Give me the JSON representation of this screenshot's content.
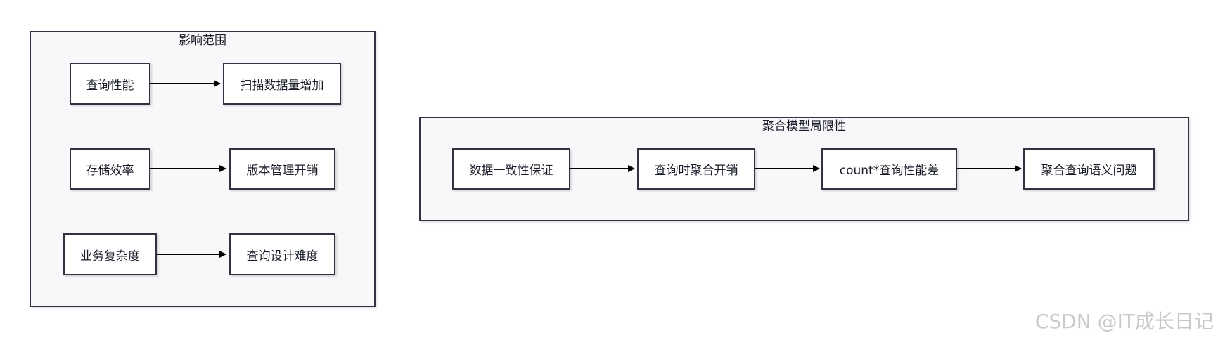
{
  "groups": {
    "impact": {
      "title": "影响范围",
      "nodes": {
        "query_perf": "查询性能",
        "scan_data": "扫描数据量增加",
        "storage_eff": "存储效率",
        "version_overhead": "版本管理开销",
        "biz_complexity": "业务复杂度",
        "query_design": "查询设计难度"
      }
    },
    "agg_limits": {
      "title": "聚合模型局限性",
      "nodes": {
        "consistency": "数据一致性保证",
        "agg_overhead": "查询时聚合开销",
        "count_perf": "count*查询性能差",
        "semantics": "聚合查询语义问题"
      }
    }
  },
  "edges": [
    {
      "from": "query_perf",
      "to": "scan_data"
    },
    {
      "from": "storage_eff",
      "to": "version_overhead"
    },
    {
      "from": "biz_complexity",
      "to": "query_design"
    },
    {
      "from": "consistency",
      "to": "agg_overhead"
    },
    {
      "from": "agg_overhead",
      "to": "count_perf"
    },
    {
      "from": "count_perf",
      "to": "semantics"
    }
  ],
  "watermark": "CSDN @IT成长日记"
}
